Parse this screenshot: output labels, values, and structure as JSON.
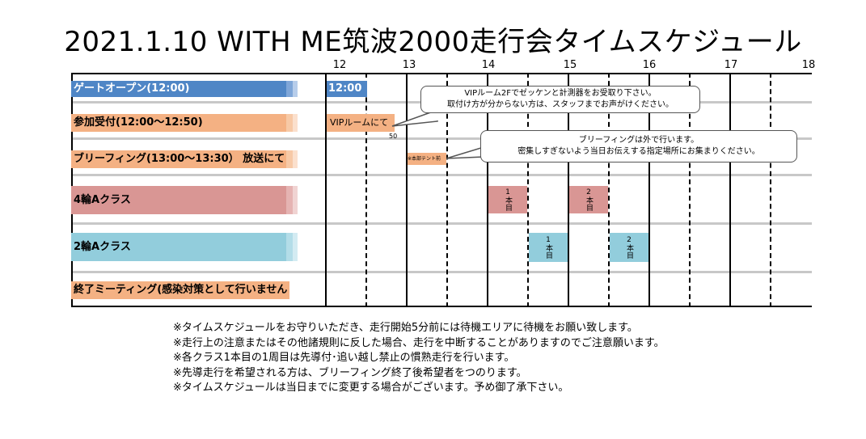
{
  "title": "2021.1.10 WITH ME筑波2000走行会タイムスケジュール",
  "hours": [
    "12",
    "13",
    "14",
    "15",
    "16",
    "17",
    "18"
  ],
  "rows": [
    {
      "label": "ゲートオープン(12:00)",
      "color": "#4f86c6"
    },
    {
      "label": "参加受付(12:00～12:50)",
      "color": "#f4b183"
    },
    {
      "label": "ブリーフィング(13:00～13:30） 放送にて",
      "color": "#f4b183"
    },
    {
      "label": "4輪Aクラス",
      "color": "#d99694"
    },
    {
      "label": "2輪Aクラス",
      "color": "#92cddc"
    },
    {
      "label": "終了ミーティング(感染対策として行いません",
      "color": "#f4b183"
    }
  ],
  "bars": {
    "gate": "12:00",
    "reception": "VIPルームにて",
    "reception_end": "50",
    "briefing": "※本部テント前",
    "four_wheel_1": "1本目",
    "four_wheel_2": "2本目",
    "two_wheel_1": "1本目",
    "two_wheel_2": "2本目"
  },
  "callouts": {
    "vip_line1": "VIPルーム2Fでゼッケンと計測器をお受取り下さい。",
    "vip_line2": "取付け方が分からない方は、スタッフまでお声がけください。",
    "brief_line1": "ブリーフィングは外で行います。",
    "brief_line2": "密集しすぎないよう当日お伝えする指定場所にお集まりください。"
  },
  "notes": [
    "※タイムスケジュールをお守りいただき、走行開始5分前には待機エリアに待機をお願い致します。",
    "※走行上の注意またはその他諸規則に反した場合、走行を中断することがありますのでご注意願います。",
    "※各クラス1本目の1周目は先導付･追い越し禁止の慣熟走行を行います。",
    "※先導走行を希望される方は、ブリーフィング終了後希望者をつのります。",
    "※タイムスケジュールは当日までに変更する場合がございます。予め御了承下さい。"
  ]
}
